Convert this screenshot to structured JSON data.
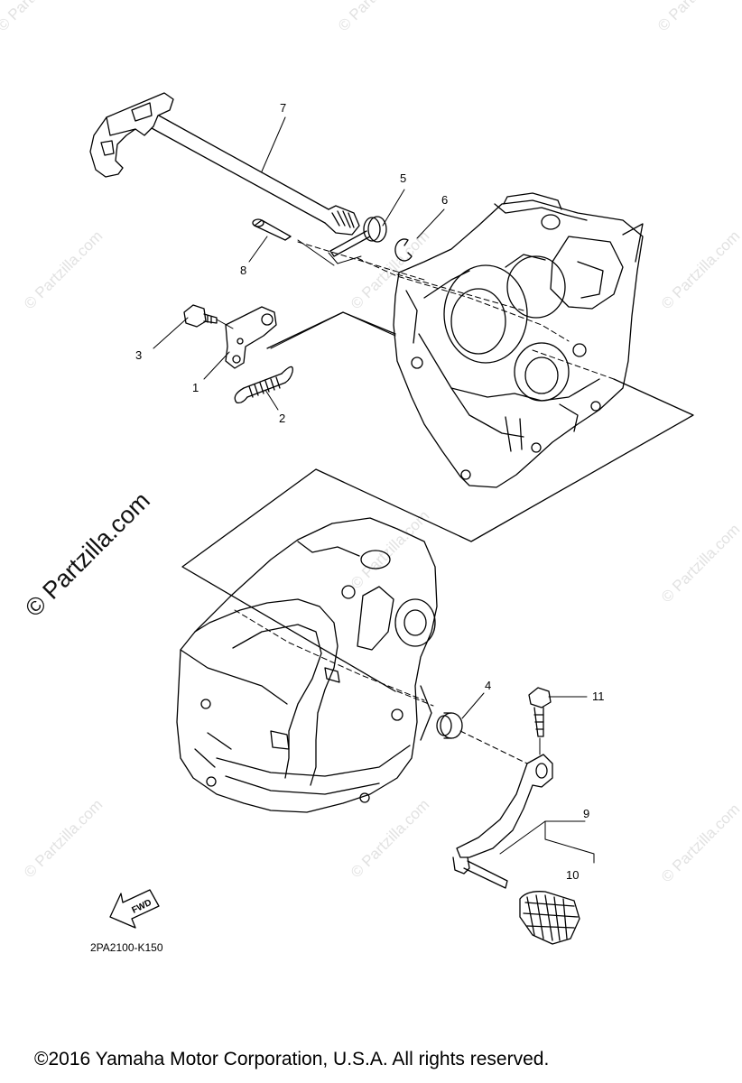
{
  "watermark": {
    "small": "© Partzilla.com",
    "large": "© Partzilla.com"
  },
  "callouts": [
    "1",
    "2",
    "3",
    "4",
    "5",
    "6",
    "7",
    "8",
    "9",
    "10",
    "11"
  ],
  "fwd_label": "FWD",
  "diagram_code": "2PA2100-K150",
  "copyright": "©2016 Yamaha Motor Corporation, U.S.A. All rights reserved."
}
